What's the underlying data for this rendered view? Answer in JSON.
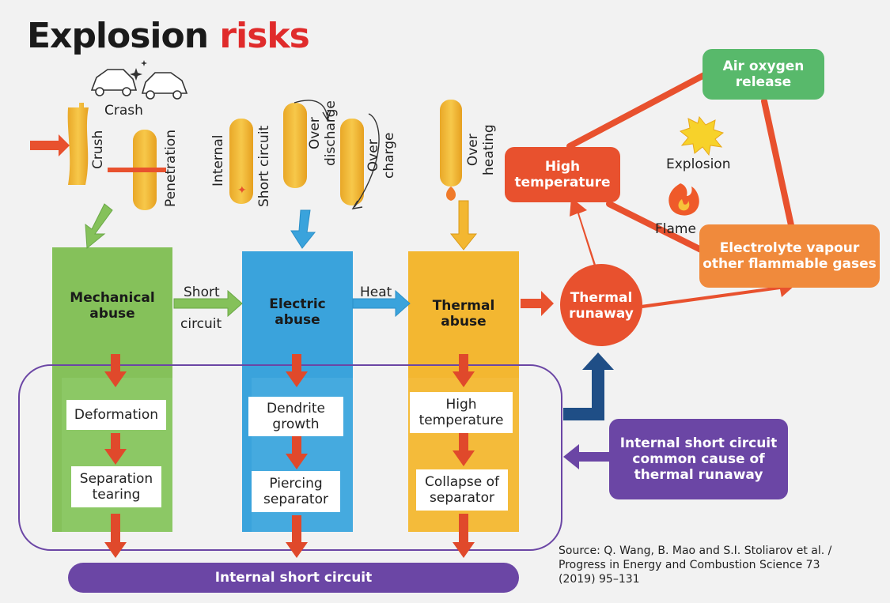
{
  "title": {
    "word1": "Explosion",
    "word2": "risks"
  },
  "colors": {
    "green": "#85c15a",
    "blue": "#3aa3dc",
    "yellow": "#f3b731",
    "red": "#e8512e",
    "purple": "#6b46a5",
    "orange": "#f08a3c",
    "brightgreen": "#58b96b",
    "navy": "#1f4e86"
  },
  "triggers": {
    "crash": "Crash",
    "crush": "Crush",
    "penetration": "Penetration",
    "internal": "Internal",
    "short_circuit": "Short circuit",
    "over_discharge": [
      "Over",
      "discharge"
    ],
    "over_charge": [
      "Over",
      "charge"
    ],
    "over_heating": [
      "Over",
      "heating"
    ]
  },
  "abuse": {
    "mechanical": [
      "Mechanical",
      "abuse"
    ],
    "electric": [
      "Electric",
      "abuse"
    ],
    "thermal": [
      "Thermal",
      "abuse"
    ]
  },
  "links": {
    "short_circuit": [
      "Short",
      "circuit"
    ],
    "heat": "Heat"
  },
  "steps": {
    "deformation": "Deformation",
    "separation": [
      "Separation",
      "tearing"
    ],
    "dendrite": [
      "Dendrite",
      "growth"
    ],
    "piercing": [
      "Piercing",
      "separator"
    ],
    "high_temp": [
      "High",
      "temperature"
    ],
    "collapse": [
      "Collapse of",
      "separator"
    ]
  },
  "runaway": {
    "thermal_runaway": [
      "Thermal",
      "runaway"
    ],
    "high_temperature": [
      "High",
      "temperature"
    ],
    "air_oxygen": [
      "Air oxygen",
      "release"
    ],
    "explosion": "Explosion",
    "flame": "Flame",
    "electrolyte": [
      "Electrolyte vapour",
      "other flammable gases"
    ],
    "internal_cause": [
      "Internal short circuit",
      "common cause of",
      "thermal runaway"
    ]
  },
  "bottom_bar": "Internal short circuit",
  "source": [
    "Source: Q. Wang, B. Mao and S.I. Stoliarov et al. /",
    "Progress in Energy and Combustion Science 73",
    "(2019) 95–131"
  ]
}
